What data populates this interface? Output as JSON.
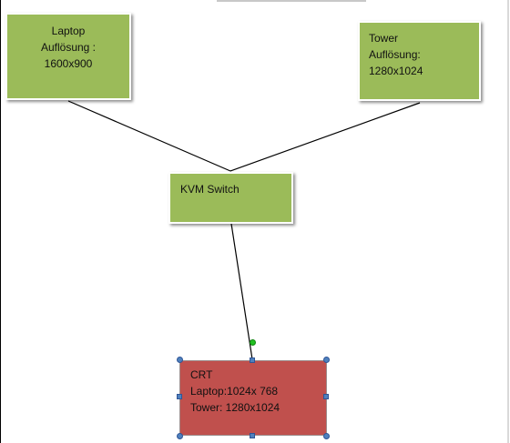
{
  "colors": {
    "node_fill": "#9bbb59",
    "selected_fill": "#c0504d",
    "connector": "#000000",
    "selection_handle": "#4f81bd",
    "rotate_handle": "#22c022"
  },
  "nodes": {
    "laptop": {
      "lines": [
        "Laptop",
        "Auflösung :",
        "1600x900"
      ]
    },
    "tower": {
      "lines": [
        "Tower",
        "Auflösung:",
        "1280x1024"
      ]
    },
    "kvm": {
      "lines": [
        "KVM Switch"
      ]
    },
    "crt": {
      "lines": [
        "CRT",
        "Laptop:1024x 768",
        "Tower: 1280x1024"
      ],
      "selected": true
    }
  }
}
